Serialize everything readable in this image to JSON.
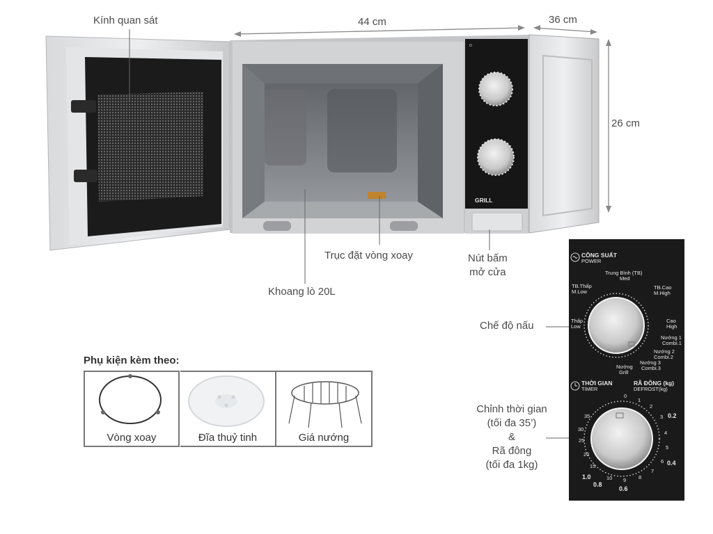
{
  "labels": {
    "window_glass": "Kính quan sát",
    "width": "44 cm",
    "depth": "36 cm",
    "height": "26 cm",
    "turntable_shaft": "Trục đặt vòng xoay",
    "cavity": "Khoang lò 20L",
    "door_button_line1": "Nút bấm",
    "door_button_line2": "mở cửa",
    "cook_mode": "Chế độ nấu",
    "timer_line1": "Chỉnh thời gian",
    "timer_line2": "(tối đa 35’)",
    "timer_line3": "&",
    "timer_line4": "Rã đông",
    "timer_line5": "(tối đa 1kg)"
  },
  "accessories": {
    "title": "Phụ kiện kèm theo:",
    "items": [
      "Vòng xoay",
      "Đĩa thuỷ tinh",
      "Giá nướng"
    ]
  },
  "oven_panel": {
    "grill": "GRILL"
  },
  "panel": {
    "power_vn": "CÔNG SUẤT",
    "power_en": "POWER",
    "med_vn": "Trung Bình (TB)",
    "med_en": "Med",
    "mlow_vn": "TB.Thấp",
    "mlow_en": "M.Low",
    "mhigh_vn": "TB.Cao",
    "mhigh_en": "M.High",
    "low_vn": "Thấp",
    "low_en": "Low",
    "high_vn": "Cao",
    "high_en": "High",
    "c1_vn": "Nướng 1",
    "c1_en": "Combi.1",
    "c2_vn": "Nướng 2",
    "c2_en": "Combi.2",
    "c3_vn": "Nướng 3",
    "c3_en": "Combi.3",
    "grill_vn": "Nướng",
    "grill_en": "Grill",
    "timer_vn": "THỜI GIAN",
    "timer_en": "TIMER",
    "defrost_vn": "RÃ ĐÔNG (kg)",
    "defrost_en": "DEFROST(kg)",
    "t0": "0",
    "t1": "1",
    "t2": "2",
    "t3": "3",
    "t4": "4",
    "t5": "5",
    "t6": "6",
    "t7": "7",
    "t8": "8",
    "t9": "9",
    "t10a": "10",
    "t15": "15",
    "t20": "20",
    "t25": "25",
    "t30": "30",
    "t35": "35",
    "w02": "0.2",
    "w04": "0.4",
    "w06": "0.6",
    "w08": "0.8",
    "w10": "1.0"
  }
}
